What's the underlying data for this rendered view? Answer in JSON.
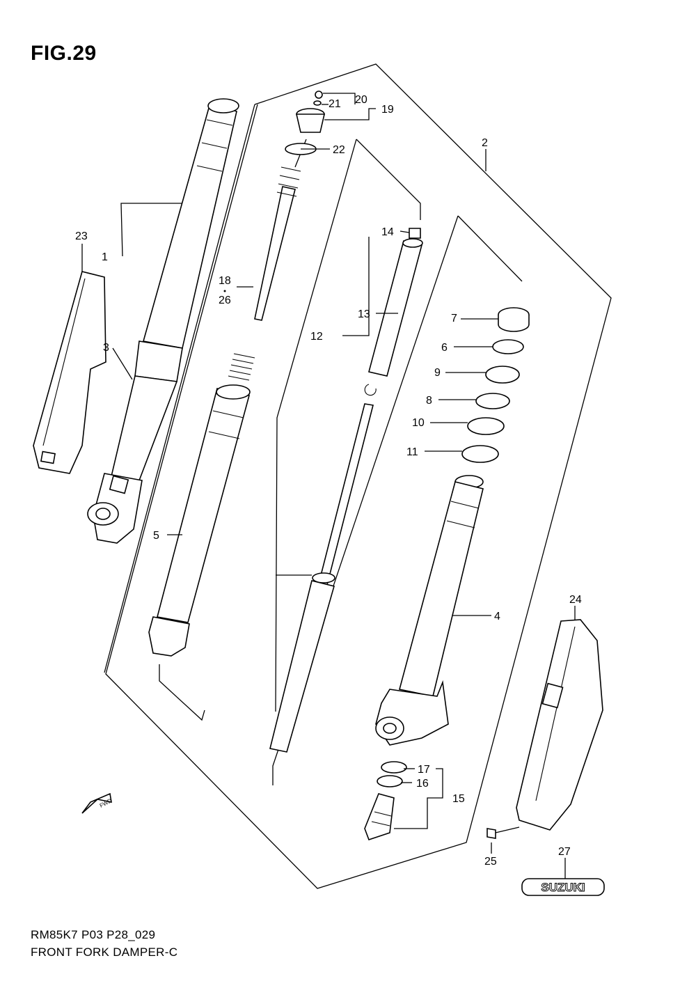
{
  "figure": {
    "title": "FIG.29",
    "model_code": "RM85K7 P03 P28_029",
    "name": "FRONT FORK DAMPER-C"
  },
  "callouts": {
    "c1": "1",
    "c2": "2",
    "c3": "3",
    "c4": "4",
    "c5": "5",
    "c6": "6",
    "c7": "7",
    "c8": "8",
    "c9": "9",
    "c10": "10",
    "c11": "11",
    "c12": "12",
    "c13": "13",
    "c14": "14",
    "c15": "15",
    "c16": "16",
    "c17": "17",
    "c18": "18",
    "c19": "19",
    "c20": "20",
    "c21": "21",
    "c22": "22",
    "c23": "23",
    "c24": "24",
    "c25": "25",
    "c26": "26",
    "c27": "27"
  },
  "labels": {
    "fwd": "FWD",
    "emblem": "SUZUKI"
  }
}
